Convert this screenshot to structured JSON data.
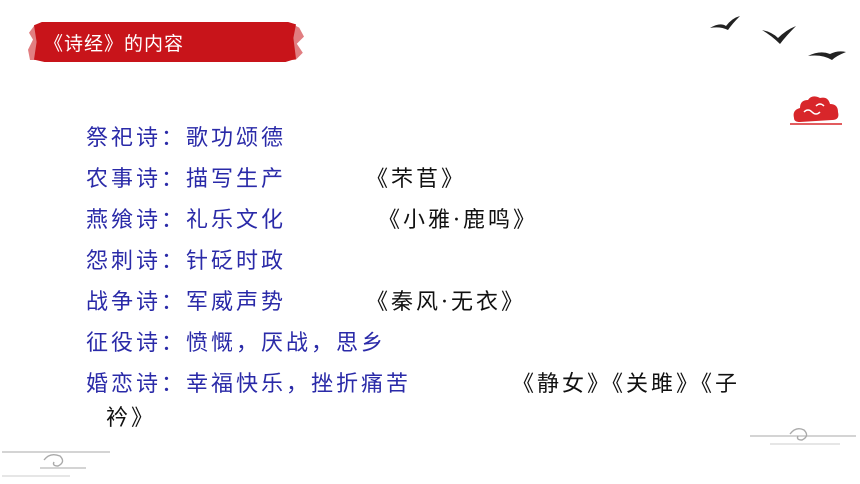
{
  "title": "《诗经》的内容",
  "colors": {
    "banner": "#c8141a",
    "label": "#2a2aa8",
    "work": "#111111",
    "cloud": "#d8262a",
    "birds": "#222222",
    "swirl": "#bbbbbb"
  },
  "items": [
    {
      "label": "祭祀诗：歌功颂德",
      "works": ""
    },
    {
      "label": "农事诗：描写生产",
      "works": "《芣苢》"
    },
    {
      "label": "燕飨诗：礼乐文化",
      "works": "《小雅·鹿鸣》"
    },
    {
      "label": "怨刺诗：针砭时政",
      "works": ""
    },
    {
      "label": "战争诗：军威声势",
      "works": "《秦风·无衣》"
    },
    {
      "label": "征役诗：愤慨，厌战，思乡",
      "works": ""
    },
    {
      "label": "婚恋诗：幸福快乐，挫折痛苦",
      "works": "《静女》《关雎》《子",
      "works_continued": "衿》"
    }
  ],
  "decor": {
    "birds_icon": "flying-birds-icon",
    "cloud_icon": "auspicious-cloud-icon",
    "swirl_icon": "cloud-swirl-icon"
  }
}
